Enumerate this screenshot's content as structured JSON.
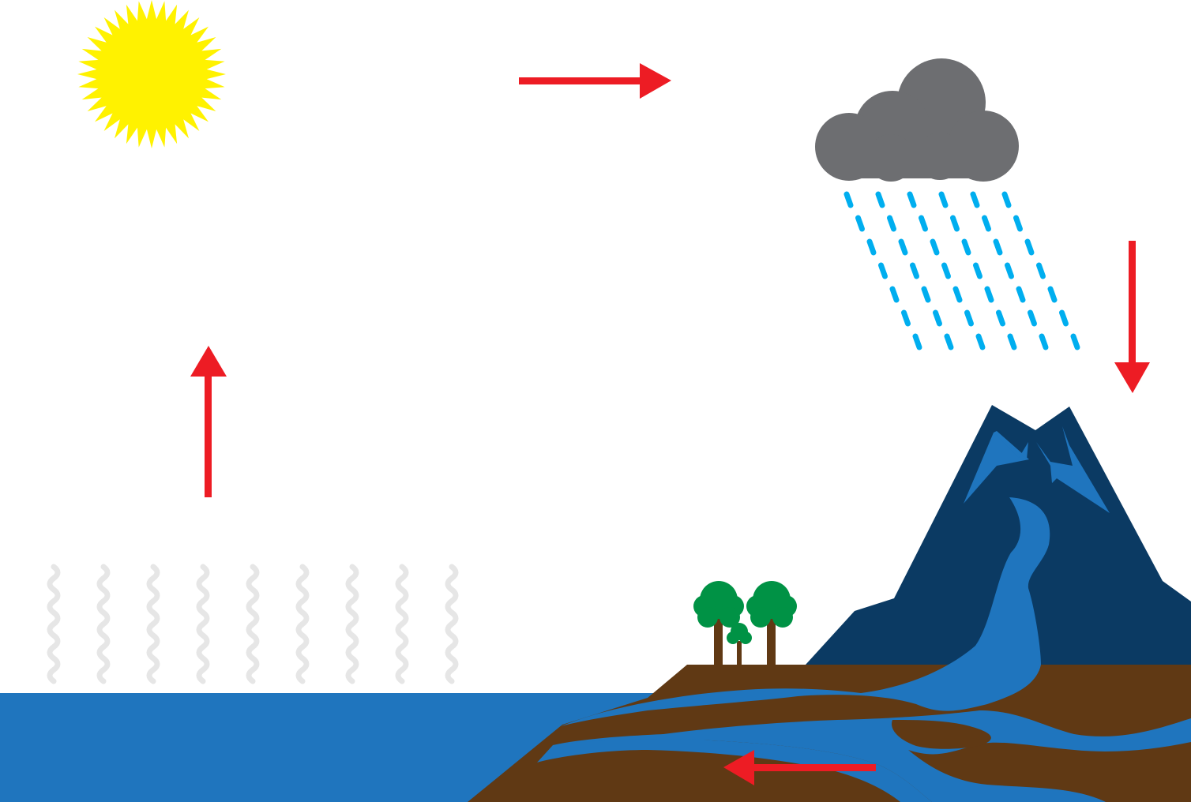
{
  "colors": {
    "background": "#ffffff",
    "sun": "#fff200",
    "cloud": "#6d6e71",
    "rain": "#00aeef",
    "vapor": "#e6e6e6",
    "arrow": "#ed1c24",
    "ocean": "#1f75be",
    "river": "#1f75be",
    "mountain": "#0b3a63",
    "mountain_highlight": "#1f75be",
    "soil": "#603914",
    "tree_canopy": "#009245",
    "tree_trunk": "#603914"
  },
  "icons": [
    "sun-icon",
    "cloud-icon",
    "rain-icon",
    "vapor-icon",
    "arrow-icon",
    "mountain-icon",
    "tree-icon",
    "ocean-icon",
    "river-icon"
  ],
  "arrows": [
    {
      "id": "evaporation",
      "direction": "up"
    },
    {
      "id": "condensation",
      "direction": "right"
    },
    {
      "id": "precipitation",
      "direction": "down"
    },
    {
      "id": "collection",
      "direction": "left"
    }
  ],
  "vapor_wave_count": 9,
  "rain_column_count": 6,
  "rain_drops_per_column": 7,
  "tree_count": 3
}
